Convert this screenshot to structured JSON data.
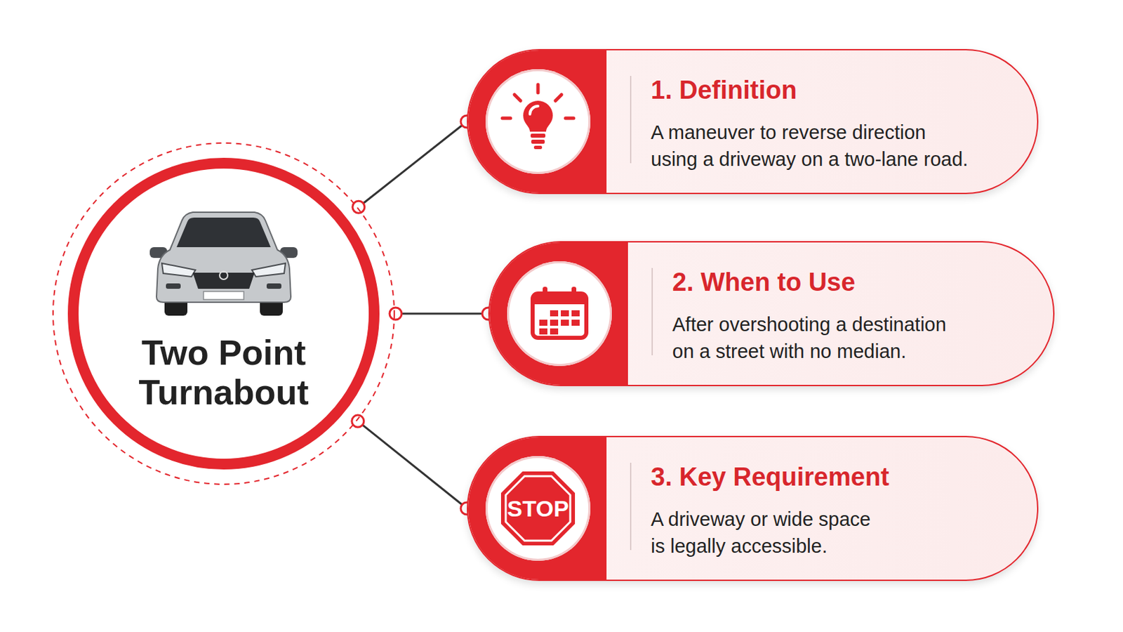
{
  "diagram": {
    "nodes": [
      {
        "text": [
          "Two Point Turnabout"
        ]
      },
      {
        "text": [
          "1. Definition",
          "A maneuver to reverse direction using a driveway on a two-lane road."
        ]
      },
      {
        "text": [
          "2. When to Use",
          "After overshooting a destination on a street with no median."
        ]
      },
      {
        "text": [
          "3. Key Requirement",
          "A driveway or wide space is legally accessible."
        ]
      }
    ],
    "edges": [
      {
        "from": 0,
        "to": 1,
        "arrow": "none"
      },
      {
        "from": 0,
        "to": 2,
        "arrow": "none"
      },
      {
        "from": 0,
        "to": 3,
        "arrow": "none"
      }
    ],
    "labels": [
      "STOP"
    ]
  }
}
